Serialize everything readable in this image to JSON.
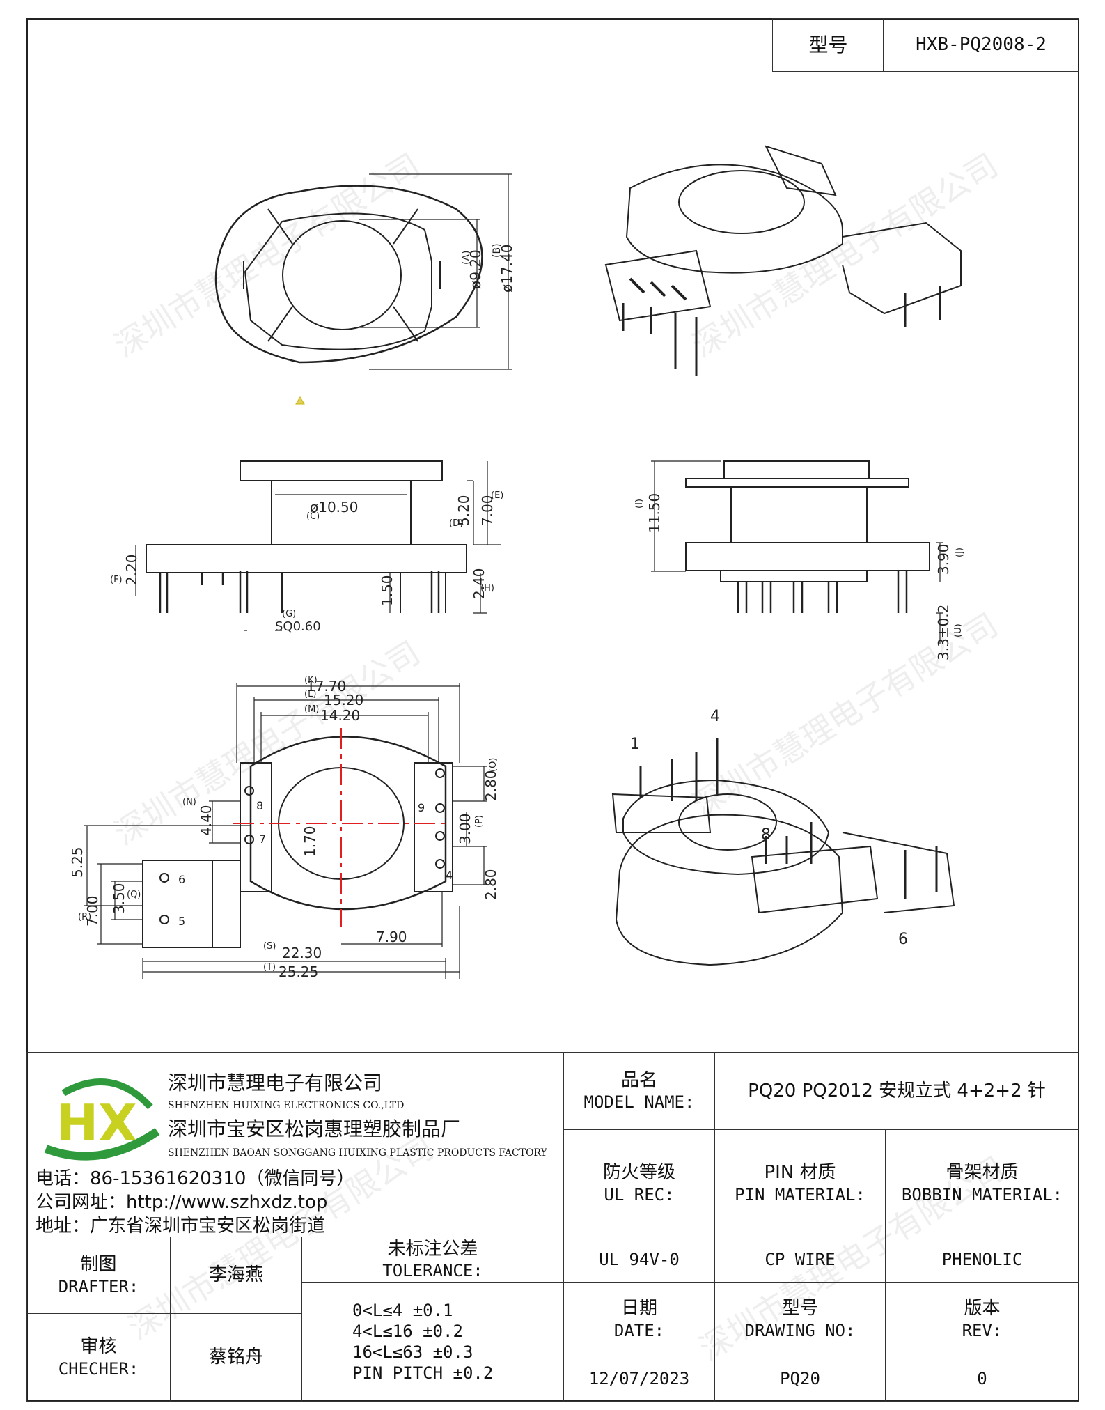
{
  "header": {
    "model_label": "型号",
    "model_value": "HXB-PQ2008-2"
  },
  "watermark": "深圳市慧理电子有限公司",
  "dims": {
    "a_label": "(A)",
    "a_value": "ø9.20",
    "b_label": "(B)",
    "b_value": "ø17.40",
    "c_label": "(C)",
    "c_value": "ø10.50",
    "d_label": "(D)",
    "d_value": "5.20",
    "e_label": "(E)",
    "e_value": "7.00",
    "f_label": "(F)",
    "f_value": "2.20",
    "g_label": "(G)",
    "g_value": "SQ0.60",
    "h_label": "(H)",
    "h_value": "2.40",
    "h2_value": "1.50",
    "i_label": "(I)",
    "i_value": "11.50",
    "j_label": "(J)",
    "j_value": "3.90",
    "u_label": "(U)",
    "u_value": "3.3±0.2",
    "k_label": "(K)",
    "k_value": "17.70",
    "l_label": "(L)",
    "l_value": "15.20",
    "m_label": "(M)",
    "m_value": "14.20",
    "n_label": "(N)",
    "n_value": "4.40",
    "o_label": "(O)",
    "o_value": "2.80",
    "p_label": "(P)",
    "p_value": "3.00",
    "o2_value": "2.80",
    "v_value": "1.70",
    "w_value": "7.90",
    "r_label": "(R)",
    "r_value": "7.00",
    "q_label": "(Q)",
    "q_value": "3.50",
    "x_value": "5.25",
    "s_label": "(S)",
    "s_value": "22.30",
    "t_label": "(T)",
    "t_value": "25.25"
  },
  "pins": {
    "bottom_view": [
      "6",
      "5",
      "8",
      "7",
      "9",
      "4"
    ],
    "iso_view": [
      "1",
      "4",
      "8",
      "6"
    ]
  },
  "company": {
    "name_cn": "深圳市慧理电子有限公司",
    "name_en": "SHENZHEN HUIXING ELECTRONICS CO.,LTD",
    "factory_cn": "深圳市宝安区松岗惠理塑胶制品厂",
    "factory_en": "SHENZHEN BAOAN SONGGANG HUIXING PLASTIC PRODUCTS FACTORY",
    "phone": "电话：86-15361620310（微信同号）",
    "website": "公司网址：http://www.szhxdz.top",
    "address": "地址：广东省深圳市宝安区松岗街道",
    "logo_text": "HX",
    "logo_green": "#2f9a3c",
    "logo_yellow": "#c8d020"
  },
  "title_block": {
    "model_name_cn": "品名",
    "model_name_en": "MODEL NAME:",
    "model_name_value": "PQ20 PQ2012 安规立式 4+2+2 针",
    "ul_rec_cn": "防火等级",
    "ul_rec_en": "UL REC:",
    "pin_mat_cn": "PIN 材质",
    "pin_mat_en": "PIN MATERIAL:",
    "bobbin_mat_cn": "骨架材质",
    "bobbin_mat_en": "BOBBIN MATERIAL:",
    "ul_value": "UL 94V-0",
    "pin_value": "CP WIRE",
    "bobbin_value": "PHENOLIC",
    "drafter_cn": "制图",
    "drafter_en": "DRAFTER:",
    "drafter_name": "李海燕",
    "checker_cn": "审核",
    "checker_en": "CHECHER:",
    "checker_name": "蔡铭舟",
    "tol_cn": "未标注公差",
    "tol_en": "TOLERANCE:",
    "tol_lines": [
      "0<L≤4  ±0.1",
      "4<L≤16 ±0.2",
      "16<L≤63 ±0.3",
      "PIN PITCH ±0.2"
    ],
    "date_cn": "日期",
    "date_en": "DATE:",
    "drawing_cn": "型号",
    "drawing_en": "DRAWING NO:",
    "rev_cn": "版本",
    "rev_en": "REV:",
    "date_value": "12/07/2023",
    "drawing_value": "PQ20",
    "rev_value": "0"
  }
}
